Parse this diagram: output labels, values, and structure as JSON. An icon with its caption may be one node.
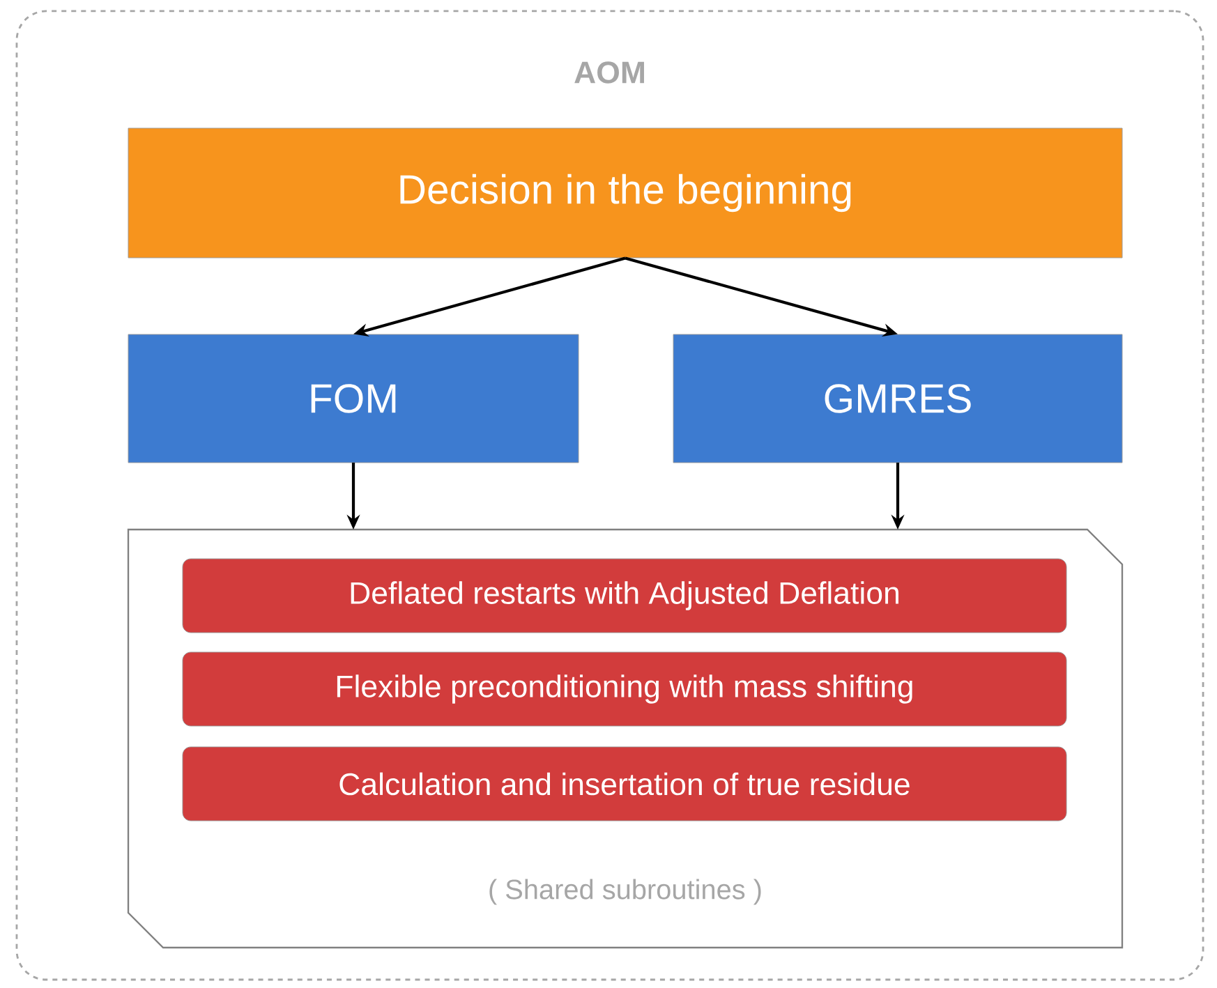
{
  "diagram": {
    "nodes": [
      {
        "text": [
          "AOM"
        ]
      },
      {
        "text": [
          "Decision in the beginning"
        ],
        "in": 0
      },
      {
        "text": [
          "FOM"
        ],
        "in": 0
      },
      {
        "text": [
          "GMRES"
        ],
        "in": 0
      },
      {
        "text": [
          "( Shared subroutines )"
        ],
        "in": 0
      },
      {
        "text": [
          "Deflated restarts with Adjusted Deflation"
        ],
        "in": 4
      },
      {
        "text": [
          "Flexible preconditioning with mass shifting"
        ],
        "in": 4
      },
      {
        "text": [
          "Calculation and insertation of true residue"
        ],
        "in": 4
      }
    ],
    "edges": [
      {
        "from": 1,
        "to": 2,
        "arrow": "to"
      },
      {
        "from": 1,
        "to": 3,
        "arrow": "to"
      },
      {
        "from": 2,
        "to": 4,
        "arrow": "to"
      },
      {
        "from": 3,
        "to": 4,
        "arrow": "to"
      }
    ]
  }
}
